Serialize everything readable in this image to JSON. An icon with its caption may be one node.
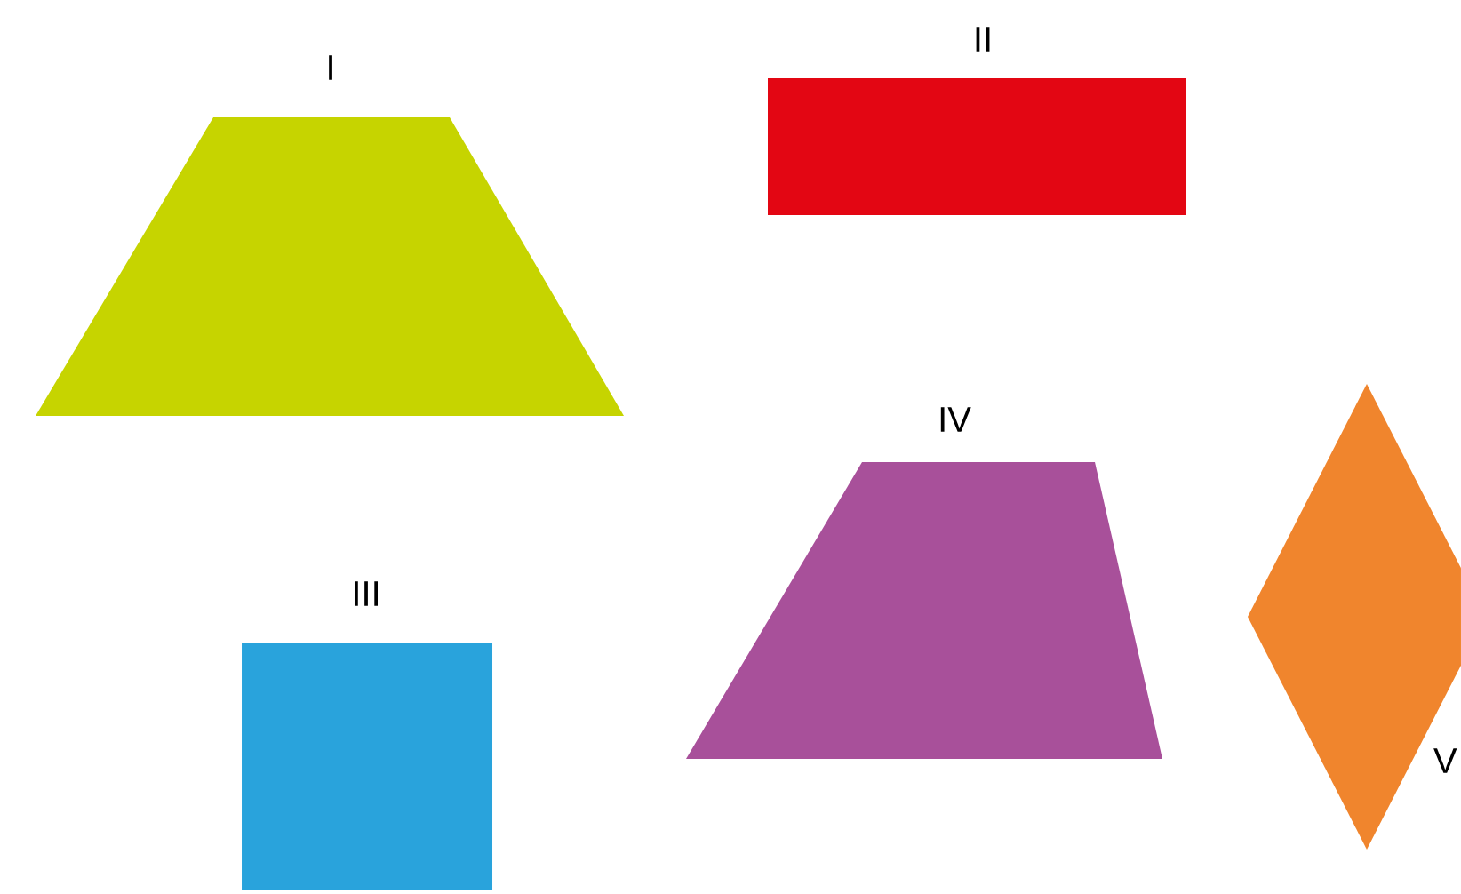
{
  "diagram": {
    "nodes": [
      {
        "text": [
          "I"
        ]
      },
      {
        "text": [
          "II"
        ]
      },
      {
        "text": [
          "III"
        ]
      },
      {
        "text": [
          "IV"
        ]
      },
      {
        "text": [
          "V"
        ]
      }
    ]
  }
}
